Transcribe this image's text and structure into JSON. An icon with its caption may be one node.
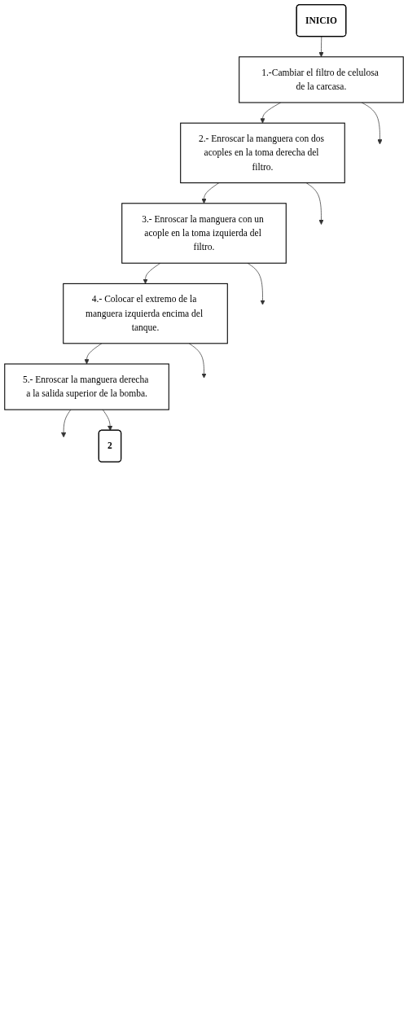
{
  "diagram": {
    "nodes": [
      {
        "text": [
          "INICIO"
        ]
      },
      {
        "text": [
          "1.-Cambiar el filtro de celulosa de la carcasa."
        ]
      },
      {
        "text": [
          "2.- Enroscar la manguera con dos acoples en la toma derecha del filtro."
        ]
      },
      {
        "text": [
          "3.- Enroscar la manguera con un acople en la toma izquierda del filtro."
        ]
      },
      {
        "text": [
          "4.- Colocar el extremo de la manguera izquierda encima del tanque."
        ]
      },
      {
        "text": [
          "5.- Enroscar la manguera derecha a la salida superior de la bomba."
        ]
      },
      {
        "text": [
          "2"
        ]
      }
    ],
    "edges": [
      {
        "from": 0,
        "to": 1,
        "arrow": "to"
      },
      {
        "from": 1,
        "to": null,
        "arrow": "to"
      },
      {
        "from": 1,
        "to": 2,
        "arrow": "to"
      },
      {
        "from": 2,
        "to": null,
        "arrow": "to"
      },
      {
        "from": 2,
        "to": 3,
        "arrow": "to"
      },
      {
        "from": 3,
        "to": null,
        "arrow": "to"
      },
      {
        "from": 3,
        "to": 4,
        "arrow": "to"
      },
      {
        "from": 4,
        "to": null,
        "arrow": "to"
      },
      {
        "from": 4,
        "to": 5,
        "arrow": "to"
      },
      {
        "from": 5,
        "to": null,
        "arrow": "to"
      },
      {
        "from": 5,
        "to": 6,
        "arrow": "to"
      }
    ]
  }
}
